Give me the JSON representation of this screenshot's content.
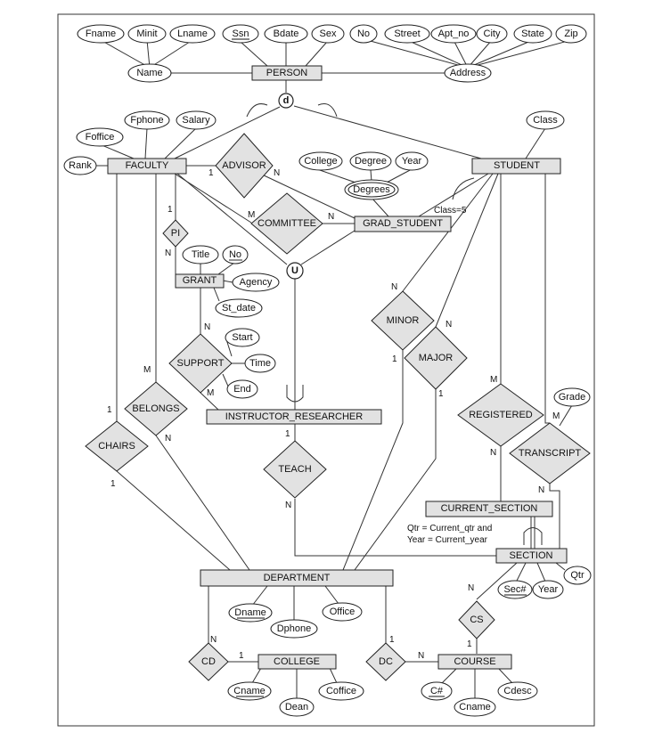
{
  "entities": {
    "person": "PERSON",
    "faculty": "FACULTY",
    "student": "STUDENT",
    "grad_student": "GRAD_STUDENT",
    "grant": "GRANT",
    "instructor_researcher": "INSTRUCTOR_RESEARCHER",
    "current_section": "CURRENT_SECTION",
    "section": "SECTION",
    "department": "DEPARTMENT",
    "college": "COLLEGE",
    "course": "COURSE"
  },
  "relationships": {
    "advisor": "ADVISOR",
    "committee": "COMMITTEE",
    "pi": "PI",
    "support": "SUPPORT",
    "belongs": "BELONGS",
    "chairs": "CHAIRS",
    "minor": "MINOR",
    "major": "MAJOR",
    "registered": "REGISTERED",
    "transcript": "TRANSCRIPT",
    "teach": "TEACH",
    "cd": "CD",
    "dc": "DC",
    "cs": "CS"
  },
  "attributes": {
    "fname": "Fname",
    "minit": "Minit",
    "lname": "Lname",
    "ssn": "Ssn",
    "bdate": "Bdate",
    "sex": "Sex",
    "no": "No",
    "street": "Street",
    "apt_no": "Apt_no",
    "city": "City",
    "state": "State",
    "zip": "Zip",
    "name": "Name",
    "address": "Address",
    "foffice": "Foffice",
    "fphone": "Fphone",
    "salary": "Salary",
    "rank": "Rank",
    "class": "Class",
    "college": "College",
    "degree": "Degree",
    "year": "Year",
    "degrees": "Degrees",
    "title": "Title",
    "grant_no": "No",
    "agency": "Agency",
    "st_date": "St_date",
    "start": "Start",
    "time": "Time",
    "end": "End",
    "grade": "Grade",
    "sec_no": "Sec#",
    "sec_year": "Year",
    "qtr": "Qtr",
    "dname": "Dname",
    "dphone": "Dphone",
    "office": "Office",
    "cname": "Cname",
    "dean": "Dean",
    "coffice": "Coffice",
    "c_no": "C#",
    "course_name": "Cname",
    "cdesc": "Cdesc"
  },
  "specialization": {
    "disjoint": "d",
    "union": "U",
    "class_predicate": "Class=5",
    "current_qtr": "Qtr = Current_qtr and",
    "current_year": "Year = Current_year"
  },
  "cardinalities": {
    "advisor_faculty": "1",
    "advisor_grad": "N",
    "committee_faculty": "M",
    "committee_grad": "N",
    "pi_faculty": "1",
    "pi_grant": "N",
    "support_grant": "N",
    "support_instr": "M",
    "belongs_faculty": "M",
    "belongs_dept": "N",
    "chairs_faculty": "1",
    "chairs_dept": "1",
    "teach_instr": "1",
    "teach_section": "N",
    "minor_student": "N",
    "minor_dept": "1",
    "major_student": "N",
    "major_dept": "1",
    "registered_student": "M",
    "registered_current": "N",
    "transcript_student": "M",
    "transcript_section": "N",
    "cs_section": "N",
    "cs_course": "1",
    "cd_dept": "N",
    "cd_college": "1",
    "dc_dept": "1",
    "dc_course": "N"
  }
}
